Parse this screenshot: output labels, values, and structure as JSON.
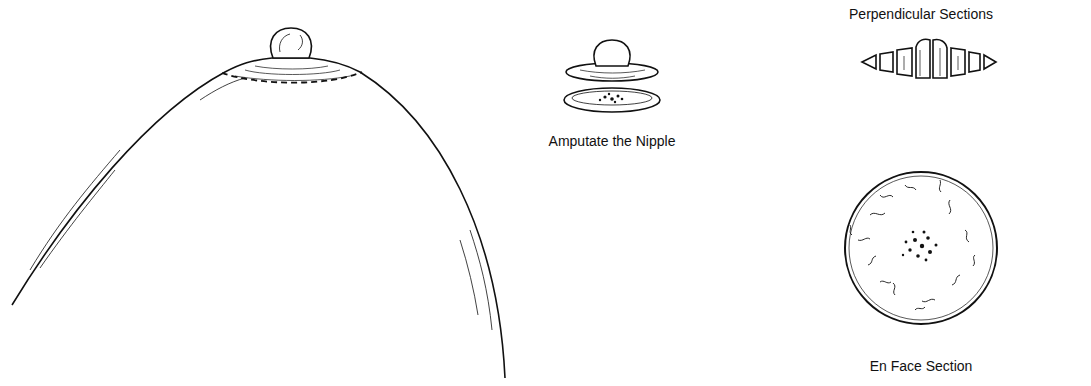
{
  "diagram": {
    "labels": [
      "Perpendicular Sections",
      "Amputate the Nipple",
      "En Face Section"
    ]
  }
}
